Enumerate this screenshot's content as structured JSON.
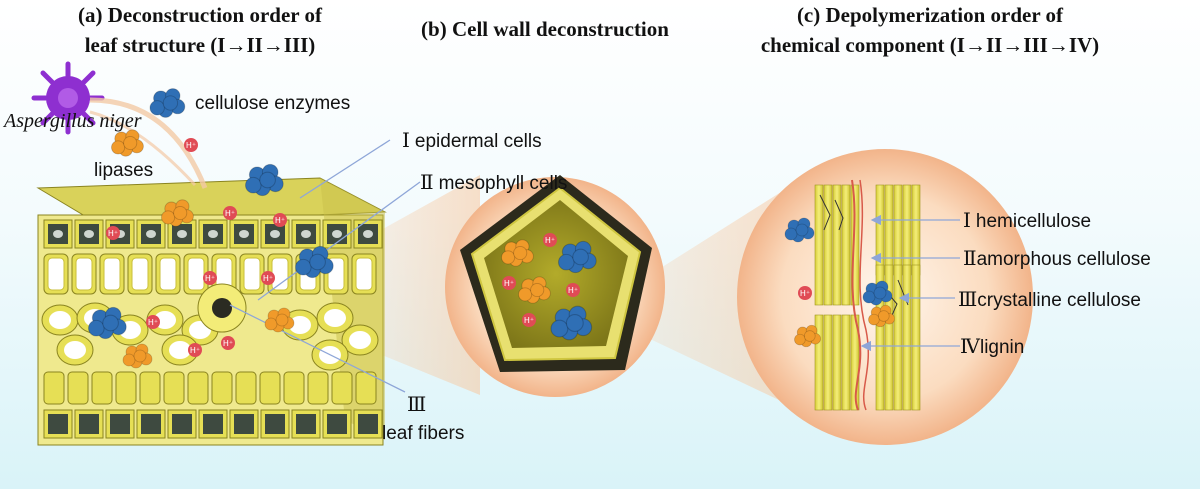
{
  "titles": {
    "a_line1": "(a) Deconstruction order of",
    "a_line2": "leaf structure (I→II→III)",
    "b": "(b) Cell wall deconstruction",
    "c_line1": "(c) Depolymerization order of",
    "c_line2": "chemical component (I→II→III→IV)"
  },
  "panel_a": {
    "organism": "Aspergillus niger",
    "enzyme1": "cellulose enzymes",
    "enzyme2": "lipases",
    "layer1_num": "Ⅰ",
    "layer1": "epidermal cells",
    "layer2_num": "Ⅱ",
    "layer2": "mesophyll cells",
    "layer3_num": "Ⅲ",
    "layer3": "leaf fibers",
    "proton": "H⁺"
  },
  "panel_c": {
    "comp1_num": "Ⅰ",
    "comp1": "hemicellulose",
    "comp2_num": "Ⅱ",
    "comp2": "amorphous cellulose",
    "comp3_num": "Ⅲ",
    "comp3": "crystalline cellulose",
    "comp4_num": "Ⅳ",
    "comp4": "lignin"
  },
  "colors": {
    "cell_wall": "#e6df55",
    "cell_dark": "#3e4a40",
    "enzyme_blue": "#2f6fb5",
    "enzyme_orange": "#f09a2a",
    "proton_red": "#e04b55",
    "fungus_purple": "#8e2fd0",
    "zoom_circle": "#f6c9a4"
  }
}
